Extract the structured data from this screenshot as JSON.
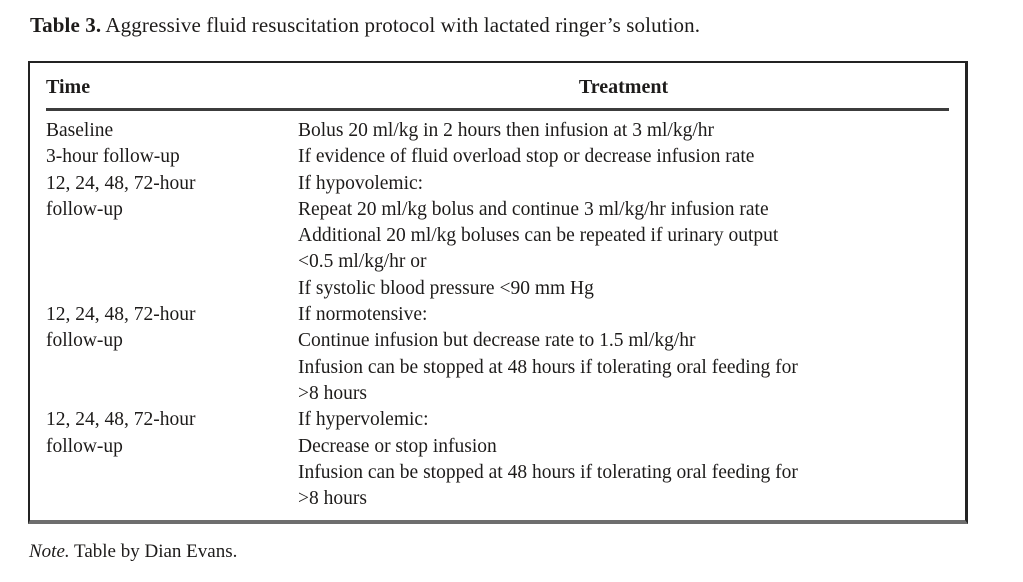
{
  "document": {
    "title_label": "Table 3.",
    "title_text": " Aggressive fluid resuscitation protocol with lactated ringer’s solution.",
    "note_label": "Note.",
    "note_text": " Table by Dian Evans."
  },
  "table": {
    "headers": {
      "time": "Time",
      "treatment": "Treatment"
    },
    "rows": [
      {
        "time": "Baseline",
        "treatment": "Bolus 20 ml/kg in 2 hours then infusion at 3 ml/kg/hr"
      },
      {
        "time": "3-hour follow-up",
        "treatment": "If evidence of fluid overload stop or decrease infusion rate"
      },
      {
        "time": "12, 24, 48, 72-hour\nfollow-up",
        "treatment": "If hypovolemic:\nRepeat 20 ml/kg bolus and continue 3 ml/kg/hr infusion rate\nAdditional 20 ml/kg boluses can be repeated if urinary output\n<0.5 ml/kg/hr or\nIf systolic blood pressure <90 mm Hg"
      },
      {
        "time": "12, 24, 48, 72-hour\nfollow-up",
        "treatment": "If normotensive:\nContinue infusion but decrease rate to 1.5 ml/kg/hr\nInfusion can be stopped at 48 hours if tolerating oral feeding for\n>8 hours"
      },
      {
        "time": "12, 24, 48, 72-hour\nfollow-up",
        "treatment": "If hypervolemic:\nDecrease or stop infusion\nInfusion can be stopped at 48 hours if tolerating oral feeding for\n>8 hours"
      }
    ]
  },
  "colors": {
    "text": "#1d1b1a",
    "box_border": "#232323",
    "box_bottom_shadow": "#6e6e6e",
    "header_rule": "#3c3c3c",
    "background": "#ffffff"
  }
}
